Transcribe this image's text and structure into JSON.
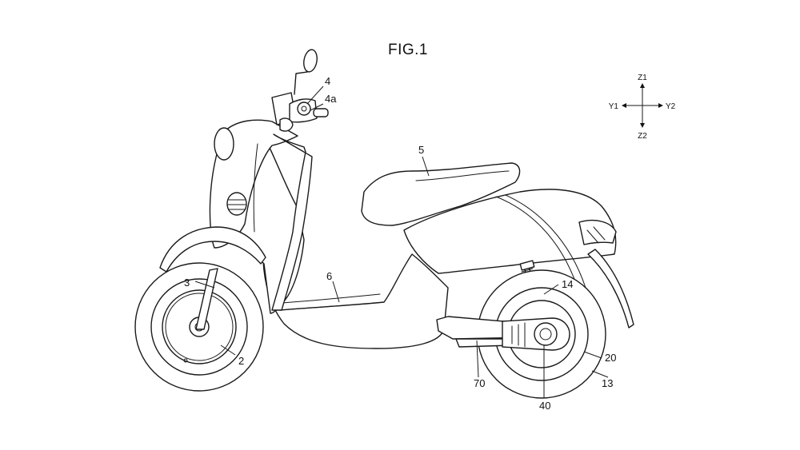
{
  "figure": {
    "title": "FIG.1"
  },
  "axes": {
    "z1": "Z1",
    "z2": "Z2",
    "y1": "Y1",
    "y2": "Y2"
  },
  "refs": {
    "r4": "4",
    "r4a": "4a",
    "r5": "5",
    "r6": "6",
    "r3": "3",
    "r2": "2",
    "r14": "14",
    "r20": "20",
    "r13": "13",
    "r70": "70",
    "r40": "40"
  }
}
